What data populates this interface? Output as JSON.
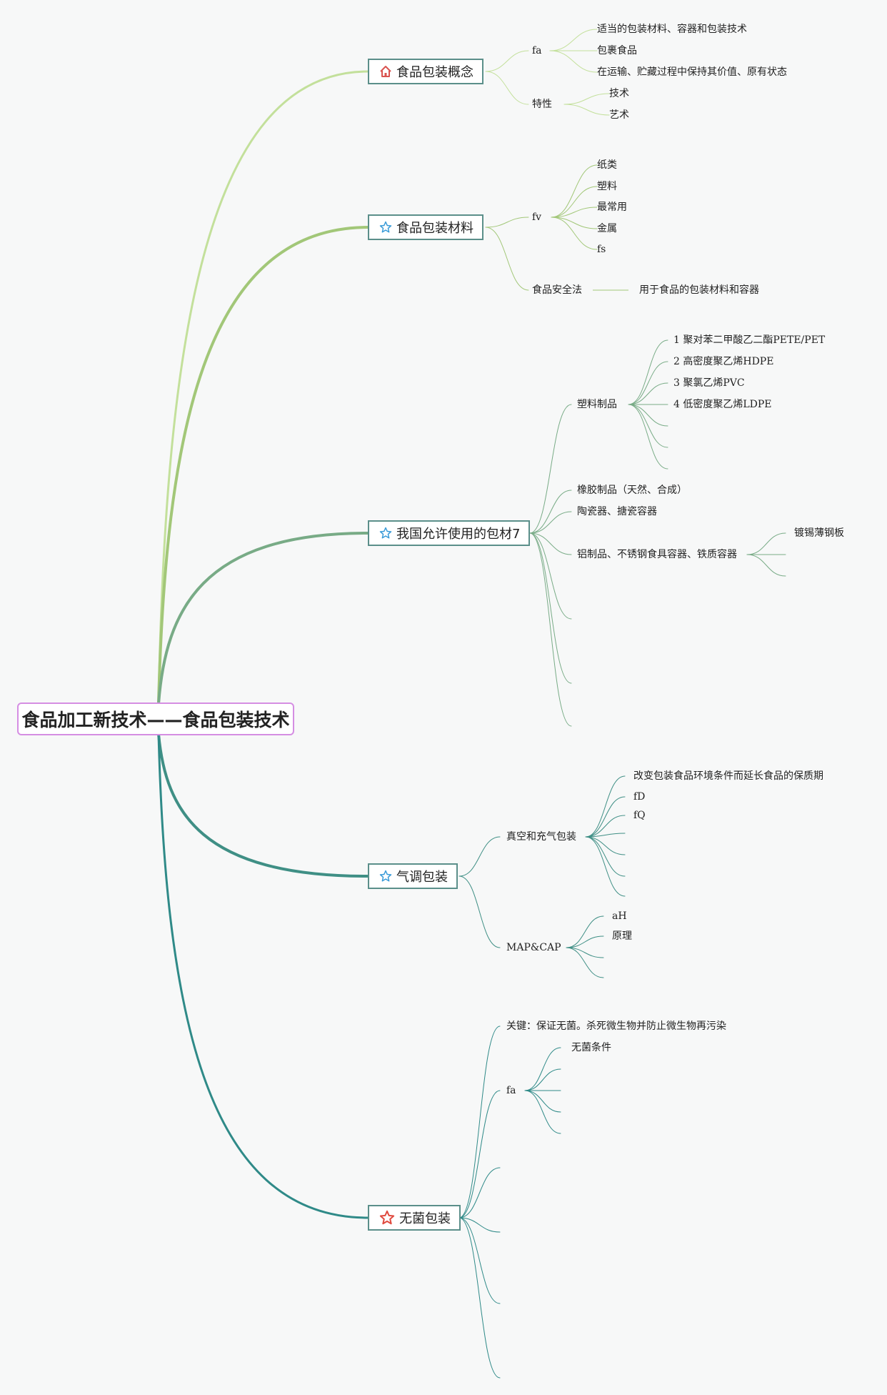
{
  "root": {
    "label": "食品加工新技术——食品包装技术"
  },
  "branches": [
    {
      "label": "食品包装概念",
      "icon": "home-icon",
      "children": [
        {
          "label": "fa",
          "children": [
            "适当的包装材料、容器和包装技术",
            "包裹食品",
            "在运输、贮藏过程中保持其价值、原有状态"
          ]
        },
        {
          "label": "特性",
          "children": [
            "技术",
            "艺术"
          ]
        }
      ]
    },
    {
      "label": "食品包装材料",
      "icon": "star-icon",
      "children": [
        {
          "label": "fv",
          "children": [
            "纸类",
            "塑料",
            "最常用",
            "金属",
            "fs"
          ]
        },
        {
          "label": "食品安全法",
          "children": [
            "用于食品的包装材料和容器"
          ]
        }
      ]
    },
    {
      "label": "我国允许使用的包材7",
      "icon": "star-icon",
      "children": [
        {
          "label": "塑料制品",
          "children": [
            "1 聚对苯二甲酸乙二酯PETE/PET",
            "2 高密度聚乙烯HDPE",
            "3 聚氯乙烯PVC",
            "4 低密度聚乙烯LDPE",
            "",
            "",
            ""
          ]
        },
        {
          "label": "橡胶制品（天然、合成）",
          "children": []
        },
        {
          "label": "陶瓷器、搪瓷容器",
          "children": []
        },
        {
          "label": "铝制品、不锈钢食具容器、铁质容器",
          "children": [
            "镀锡薄钢板",
            "",
            ""
          ]
        },
        {
          "label": "",
          "children": []
        },
        {
          "label": "",
          "children": []
        },
        {
          "label": "",
          "children": []
        }
      ]
    },
    {
      "label": "气调包装",
      "icon": "star-icon",
      "children": [
        {
          "label": "真空和充气包装",
          "children": [
            "改变包装食品环境条件而延长食品的保质期",
            "fD",
            "fQ",
            "",
            "",
            ""
          ]
        },
        {
          "label": "MAP&CAP",
          "children": [
            "aH",
            "原理",
            "",
            ""
          ]
        }
      ]
    },
    {
      "label": "无菌包装",
      "icon": "red-star-icon",
      "children": [
        {
          "label": "关键：保证无菌。杀死微生物并防止微生物再污染",
          "children": []
        },
        {
          "label": "fa",
          "children": [
            "无菌条件",
            "",
            "",
            ""
          ]
        },
        {
          "label": "",
          "children": []
        },
        {
          "label": "",
          "children": []
        },
        {
          "label": "",
          "children": []
        },
        {
          "label": "",
          "children": []
        }
      ]
    }
  ],
  "colors": {
    "root_border": "#d58ee3",
    "branch_1": "#c3e09b",
    "branch_2": "#a2c778",
    "branch_3": "#78ab86",
    "branch_4": "#3f8f85",
    "branch_5": "#2f8a88",
    "star_blue": "#3a9bd8",
    "home_red": "#d9534f",
    "star_red": "#e04a3f"
  }
}
